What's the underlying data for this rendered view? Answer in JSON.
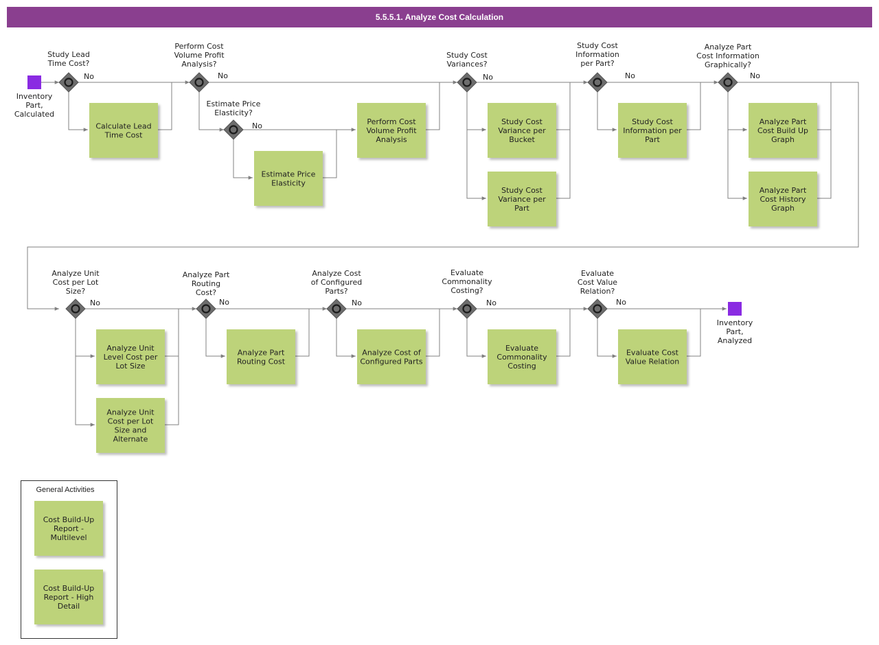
{
  "title": "5.5.5.1. Analyze Cost Calculation",
  "colors": {
    "header": "#8a3f8f",
    "activity": "#bdd37a",
    "event": "#8a2be2",
    "gateway": "#6d6d6d",
    "connector": "#808080"
  },
  "icons": {
    "gateway": "gateway-diamond-icon",
    "event": "event-square-icon"
  },
  "events": {
    "start": "Inventory\nPart,\nCalculated",
    "end": "Inventory\nPart,\nAnalyzed"
  },
  "gateways": {
    "g1": "Study Lead\nTime Cost?",
    "g2": "Perform Cost\nVolume Profit\nAnalysis?",
    "g3": "Estimate Price\nElasticity?",
    "g4": "Study Cost\nVariances?",
    "g5": "Study Cost\nInformation\nper Part?",
    "g6": "Analyze Part\nCost Information\nGraphically?",
    "g7": "Analyze Unit\nCost per Lot\nSize?",
    "g8": "Analyze Part\nRouting\nCost?",
    "g9": "Analyze Cost\nof Configured\nParts?",
    "g10": "Evaluate\nCommonality\nCosting?",
    "g11": "Evaluate\nCost Value\nRelation?"
  },
  "no_label": "No",
  "activities": {
    "a1": "Calculate Lead\nTime Cost",
    "a2": "Estimate Price\nElasticity",
    "a3": "Perform Cost\nVolume Profit\nAnalysis",
    "a4": "Study Cost\nVariance per\nBucket",
    "a5": "Study Cost\nVariance per\nPart",
    "a6": "Study Cost\nInformation per\nPart",
    "a7": "Analyze Part\nCost Build Up\nGraph",
    "a8": "Analyze Part\nCost History\nGraph",
    "a9": "Analyze Unit\nLevel Cost per\nLot Size",
    "a10": "Analyze Unit\nCost per Lot\nSize and\nAlternate",
    "a11": "Analyze Part\nRouting Cost",
    "a12": "Analyze Cost of\nConfigured Parts",
    "a13": "Evaluate\nCommonality\nCosting",
    "a14": "Evaluate Cost\nValue Relation"
  },
  "general": {
    "title": "General Activities",
    "items": [
      "Cost Build-Up\nReport -\nMultilevel",
      "Cost Build-Up\nReport - High\nDetail"
    ]
  }
}
